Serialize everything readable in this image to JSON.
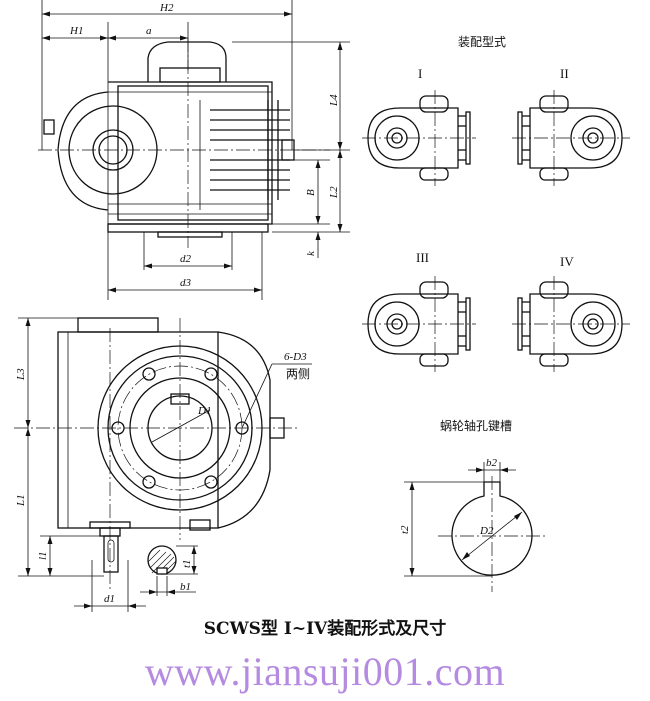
{
  "labels": {
    "H2": "H2",
    "H1": "H1",
    "a": "a",
    "L4": "L4",
    "B": "B",
    "L2": "L2",
    "k": "k",
    "d2": "d2",
    "d3": "d3",
    "L3": "L3",
    "L1": "L1",
    "l1": "l1",
    "d1": "d1",
    "t1": "t1",
    "b1": "b1",
    "D1": "D1",
    "D2": "D2",
    "b2": "b2",
    "t2": "t2",
    "holes": "6-D3",
    "both_sides": "两侧"
  },
  "assembly": {
    "title": "装配型式",
    "types": [
      "I",
      "II",
      "III",
      "IV"
    ]
  },
  "keyway": {
    "title": "蜗轮轴孔键槽"
  },
  "caption": "SCWS型 I~IV装配形式及尺寸",
  "watermark": "www.jiansuji001.com"
}
